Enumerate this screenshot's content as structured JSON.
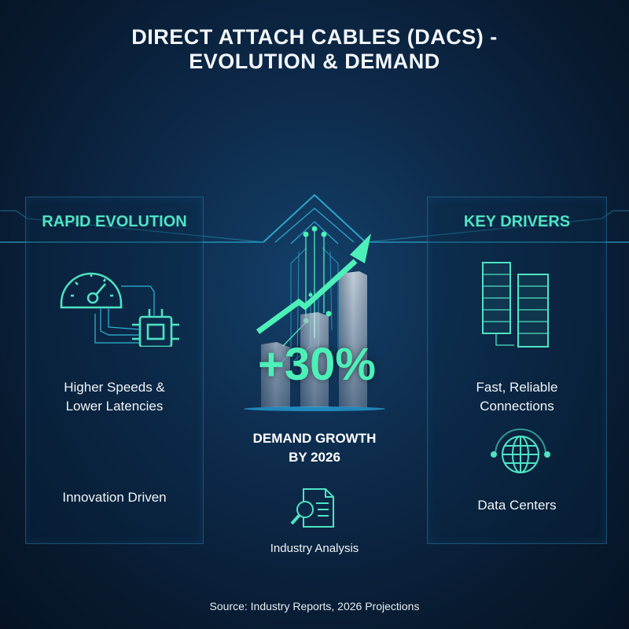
{
  "title": {
    "line1": "DIRECT ATTACH CABLES (DACS) -",
    "line2": "EVOLUTION & DEMAND"
  },
  "left_panel": {
    "title": "RAPID EVOLUTION",
    "items": [
      "Higher Speeds & Lower Latencies",
      "Innovation Driven"
    ],
    "icon": "speedometer-chip-icon"
  },
  "center": {
    "stat": "+30%",
    "caption_line1": "DEMAND GROWTH",
    "caption_line2": "BY 2026",
    "analysis": "Industry Analysis",
    "icon": "document-magnifier-icon"
  },
  "right_panel": {
    "title": "KEY DRIVERS",
    "items": [
      "Fast, Reliable Connections",
      "Data Centers"
    ],
    "icons": [
      "server-rack-icon",
      "globe-icon"
    ]
  },
  "source": "Source: Industry Reports, 2026 Projections",
  "colors": {
    "accent": "#4fe3c4",
    "arrow": "#4cf0b8",
    "background": "#0d2a4a",
    "line": "#2fb8d8"
  }
}
